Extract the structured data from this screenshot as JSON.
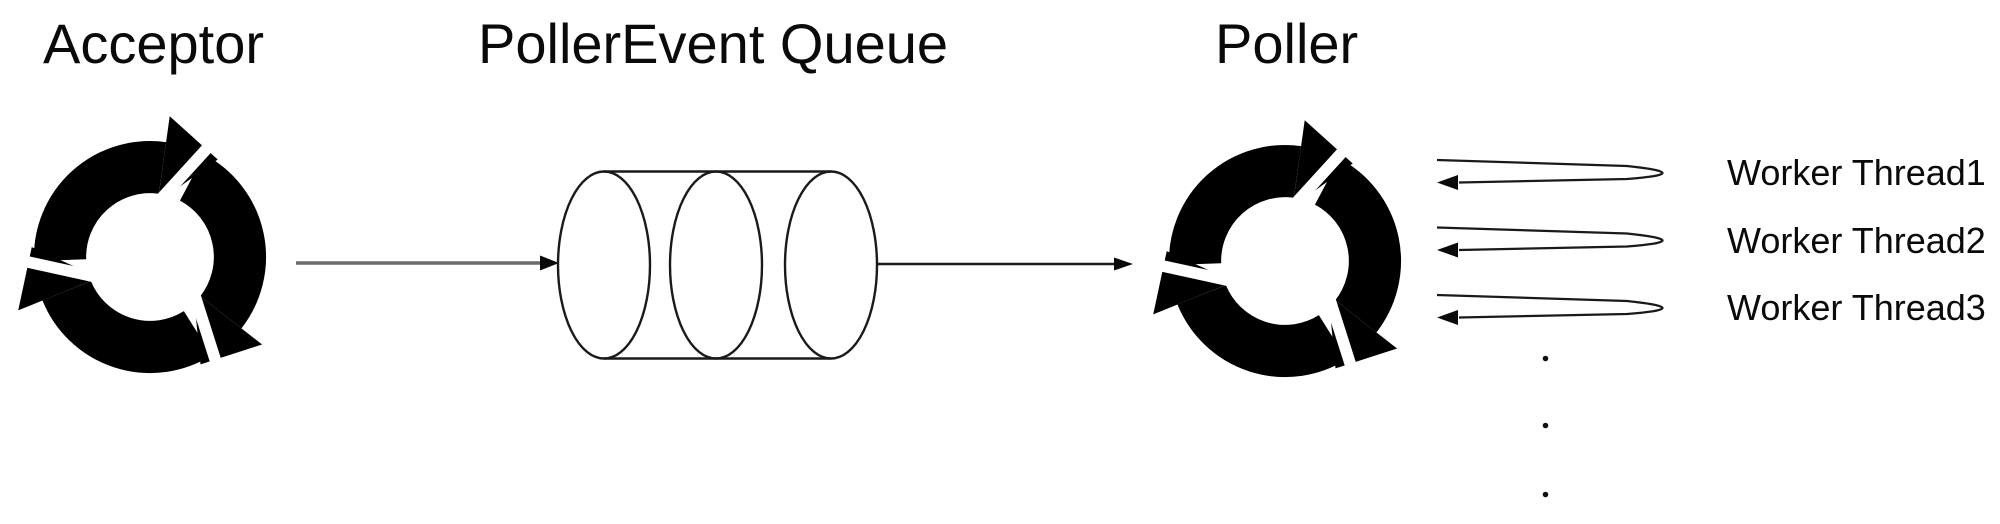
{
  "nodes": {
    "acceptor": {
      "label": "Acceptor"
    },
    "queue": {
      "label": "PollerEvent Queue"
    },
    "poller": {
      "label": "Poller"
    }
  },
  "workers": [
    {
      "label": "Worker Thread1"
    },
    {
      "label": "Worker Thread2"
    },
    {
      "label": "Worker Thread3"
    }
  ],
  "ellipsis_dot_count": 3,
  "icons": {
    "acceptor": "cycle-arrows-icon",
    "poller": "cycle-arrows-icon",
    "queue": "cylinder-queue-shape"
  },
  "colors": {
    "ink": "#000000",
    "connector_gray": "#6b6b6b",
    "background": "#ffffff"
  }
}
